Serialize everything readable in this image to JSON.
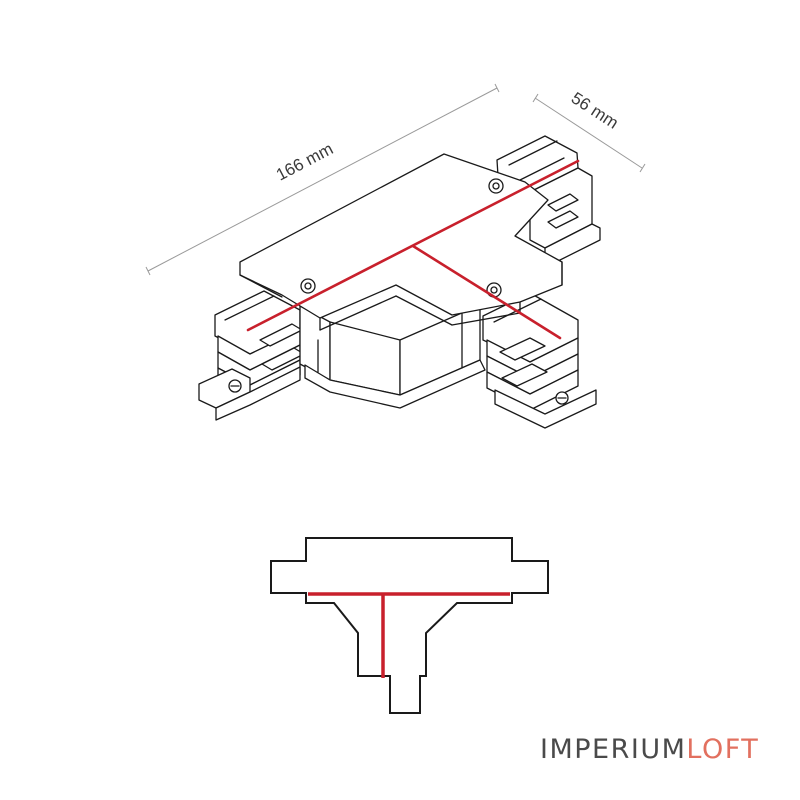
{
  "dimensions": {
    "length_label": "166 mm",
    "width_label": "56 mm"
  },
  "brand": {
    "part_a": "IMPERIUM",
    "part_b": "LOFT",
    "color_a": "#4a4a4a",
    "color_b": "#e2705f"
  },
  "colors": {
    "outline": "#1a1a1a",
    "conductor": "#c8202c",
    "dimension_line": "#9a9a9a"
  },
  "icons": [
    "t-connector-isometric-drawing",
    "t-connector-profile-drawing"
  ]
}
